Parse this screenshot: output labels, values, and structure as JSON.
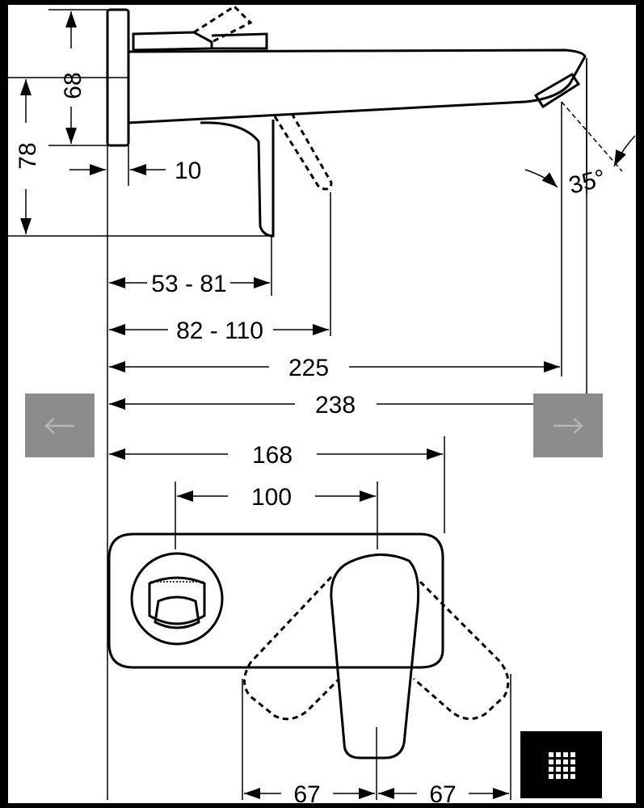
{
  "dimensions": {
    "h68": "68",
    "h78": "78",
    "w10": "10",
    "r53_81": "53 - 81",
    "r82_110": "82 - 110",
    "d225": "225",
    "d238": "238",
    "angle": "35°",
    "d168": "168",
    "d100": "100",
    "d67_left": "67",
    "d67_right": "67"
  },
  "icons": {
    "prev": "arrow-left-icon",
    "next": "arrow-right-icon",
    "grid": "grid-icon"
  },
  "colors": {
    "nav_button": "#8c8c8c",
    "nav_arrow": "#b5b5b5",
    "grid_button": "#000000",
    "grid_dots": "#ffffff"
  }
}
